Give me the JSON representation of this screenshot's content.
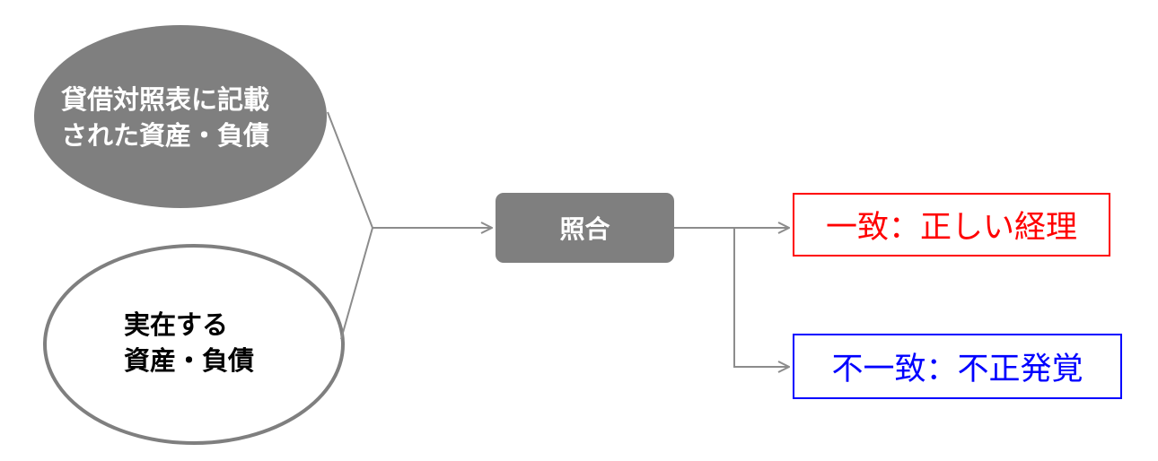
{
  "nodes": {
    "balance_sheet": {
      "text": "貸借対照表に記載\nされた資産・負債",
      "fill": "#7f7f7f",
      "text_color": "#ffffff"
    },
    "real_assets": {
      "text": "実在する\n資産・負債",
      "fill": "#ffffff",
      "border": "#7f7f7f",
      "text_color": "#000000"
    },
    "compare": {
      "text": "照合",
      "fill": "#7f7f7f",
      "text_color": "#ffffff"
    }
  },
  "results": {
    "match": {
      "text": "一致：正しい経理",
      "color": "#ff0000"
    },
    "mismatch": {
      "text": "不一致：不正発覚",
      "color": "#0000ff"
    }
  },
  "connector_color": "#8c8c8c"
}
